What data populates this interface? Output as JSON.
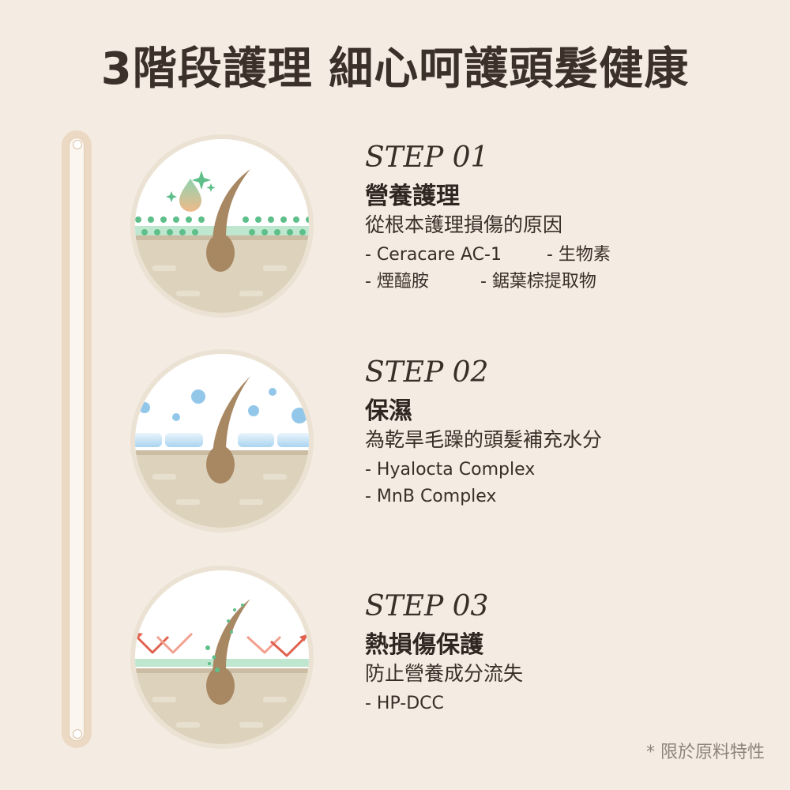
{
  "page": {
    "title": "3階段護理 細心呵護頭髮健康",
    "footnote": "* 限於原料特性"
  },
  "steps": [
    {
      "label": "STEP 01",
      "name": "營養護理",
      "description": "從根本護理損傷的原因",
      "ingredients_rows": [
        [
          "- Ceracare AC-1",
          "- 生物素"
        ],
        [
          "- 煙醯胺",
          "- 鋸葉棕提取物"
        ]
      ],
      "icon": "hair-follicle-nourish-icon"
    },
    {
      "label": "STEP 02",
      "name": "保濕",
      "description": "為乾旱毛躁的頭髮補充水分",
      "ingredients_rows": [
        [
          "- Hyalocta Complex"
        ],
        [
          "- MnB Complex"
        ]
      ],
      "icon": "hair-follicle-moisture-icon"
    },
    {
      "label": "STEP 03",
      "name": "熱損傷保護",
      "description": "防止營養成分流失",
      "ingredients_rows": [
        [
          "- HP-DCC"
        ]
      ],
      "icon": "hair-follicle-heat-protect-icon"
    }
  ],
  "colors": {
    "background": "#f4ebe2",
    "title": "#3b302a",
    "skin": "#ddd3bd",
    "hair": "#a88763",
    "green": "#5fbf8a",
    "blue": "#92c7ea",
    "red": "#e0614f"
  }
}
